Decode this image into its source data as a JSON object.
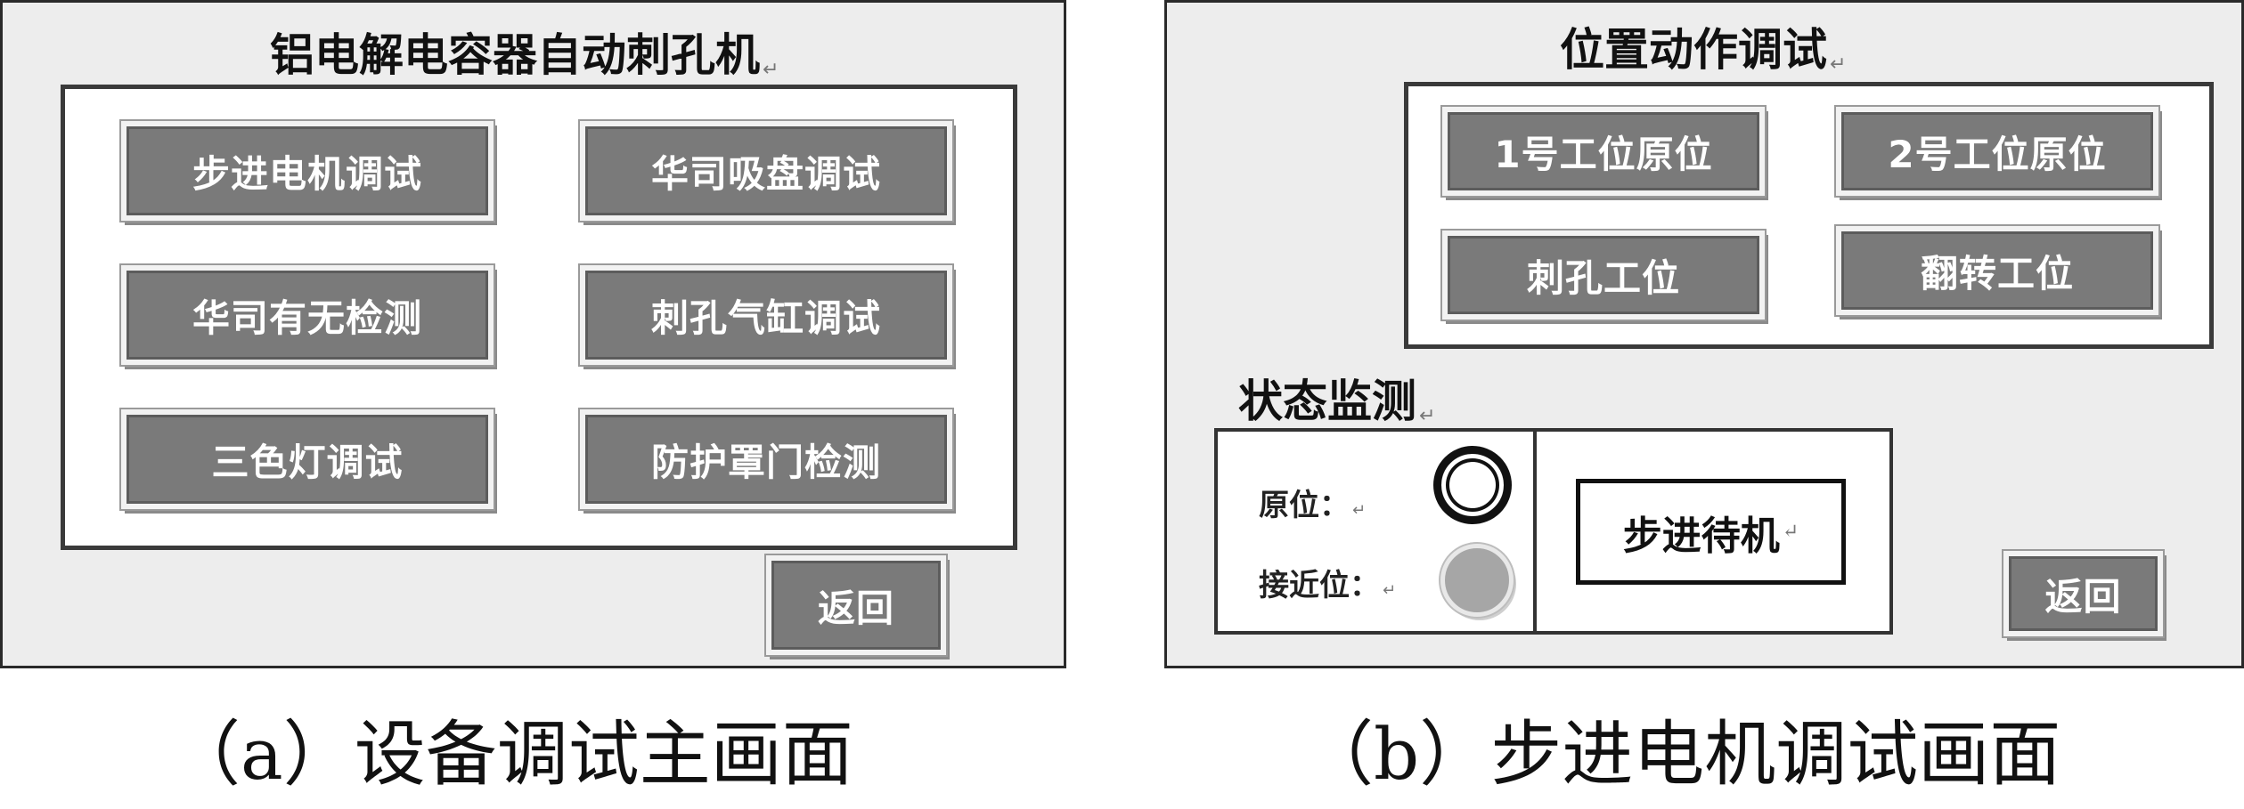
{
  "panel_a": {
    "title": "铝电解电容器自动刺孔机",
    "buttons": [
      {
        "label": "步进电机调试"
      },
      {
        "label": "华司吸盘调试"
      },
      {
        "label": "华司有无检测"
      },
      {
        "label": "刺孔气缸调试"
      },
      {
        "label": "三色灯调试"
      },
      {
        "label": "防护罩门检测"
      }
    ],
    "back_label": "返回",
    "caption": "（a）设备调试主画面"
  },
  "panel_b": {
    "title": "位置动作调试",
    "position_buttons": [
      {
        "label": "1号工位原位"
      },
      {
        "label": "2号工位原位"
      },
      {
        "label": "刺孔工位"
      },
      {
        "label": "翻转工位"
      }
    ],
    "status_title": "状态监测",
    "status_items": [
      {
        "label": "原位："
      },
      {
        "label": "接近位："
      }
    ],
    "state_text": "步进待机",
    "back_label": "返回",
    "caption": "（b）步进电机调试画面"
  },
  "paragraph_mark": "↵",
  "colors": {
    "button_face": "#7a7a7a",
    "button_text": "#ffffff",
    "panel_bg": "#ededed",
    "lamp_off_gray": "#a6a6a6"
  },
  "icons": {
    "home_lamp": "ring-indicator-icon",
    "proximity_lamp": "round-indicator-icon"
  }
}
